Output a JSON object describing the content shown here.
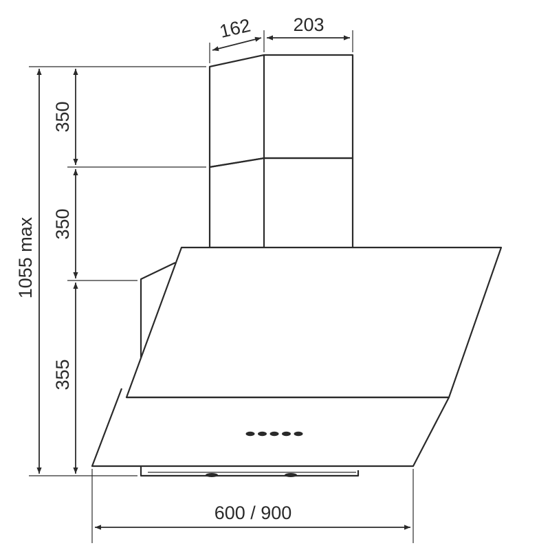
{
  "dimensions": {
    "chimney_depth": "162",
    "chimney_width": "203",
    "upper_chimney_height": "350",
    "lower_chimney_height": "350",
    "hood_height": "355",
    "total_height": "1055 max",
    "hood_width": "600 / 900"
  },
  "colors": {
    "ink": "#2a2a2a",
    "background": "#ffffff"
  },
  "indicators": {
    "button_count": 5
  }
}
